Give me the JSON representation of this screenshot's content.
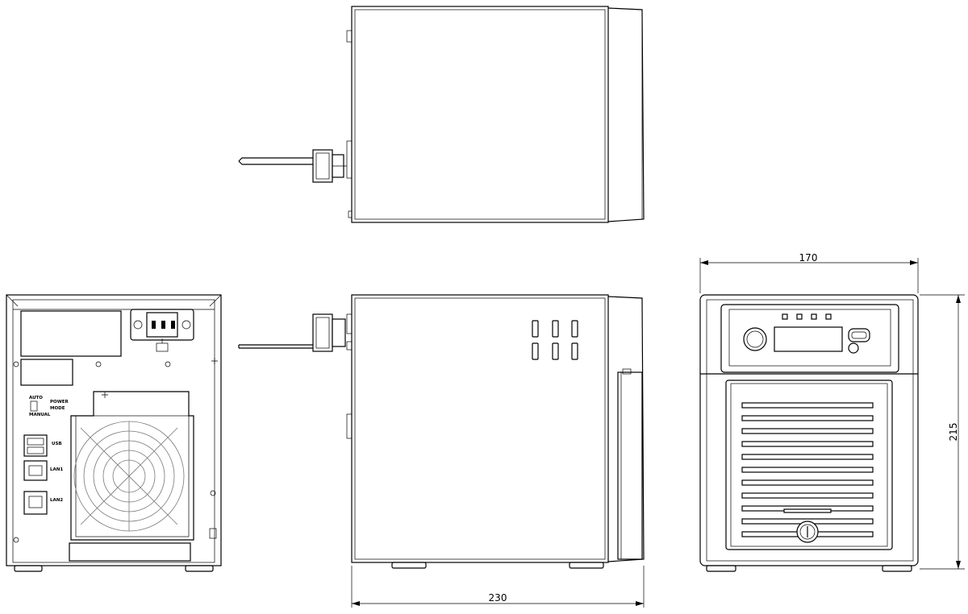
{
  "dimensions": {
    "front_width": "170",
    "front_height": "215",
    "side_depth": "230"
  },
  "rear_panel_labels": {
    "auto": "AUTO",
    "manual": "MANUAL",
    "power_mode_line1": "POWER",
    "power_mode_line2": "MODE",
    "usb": "USB",
    "lan1": "LAN1",
    "lan2": "LAN2"
  }
}
